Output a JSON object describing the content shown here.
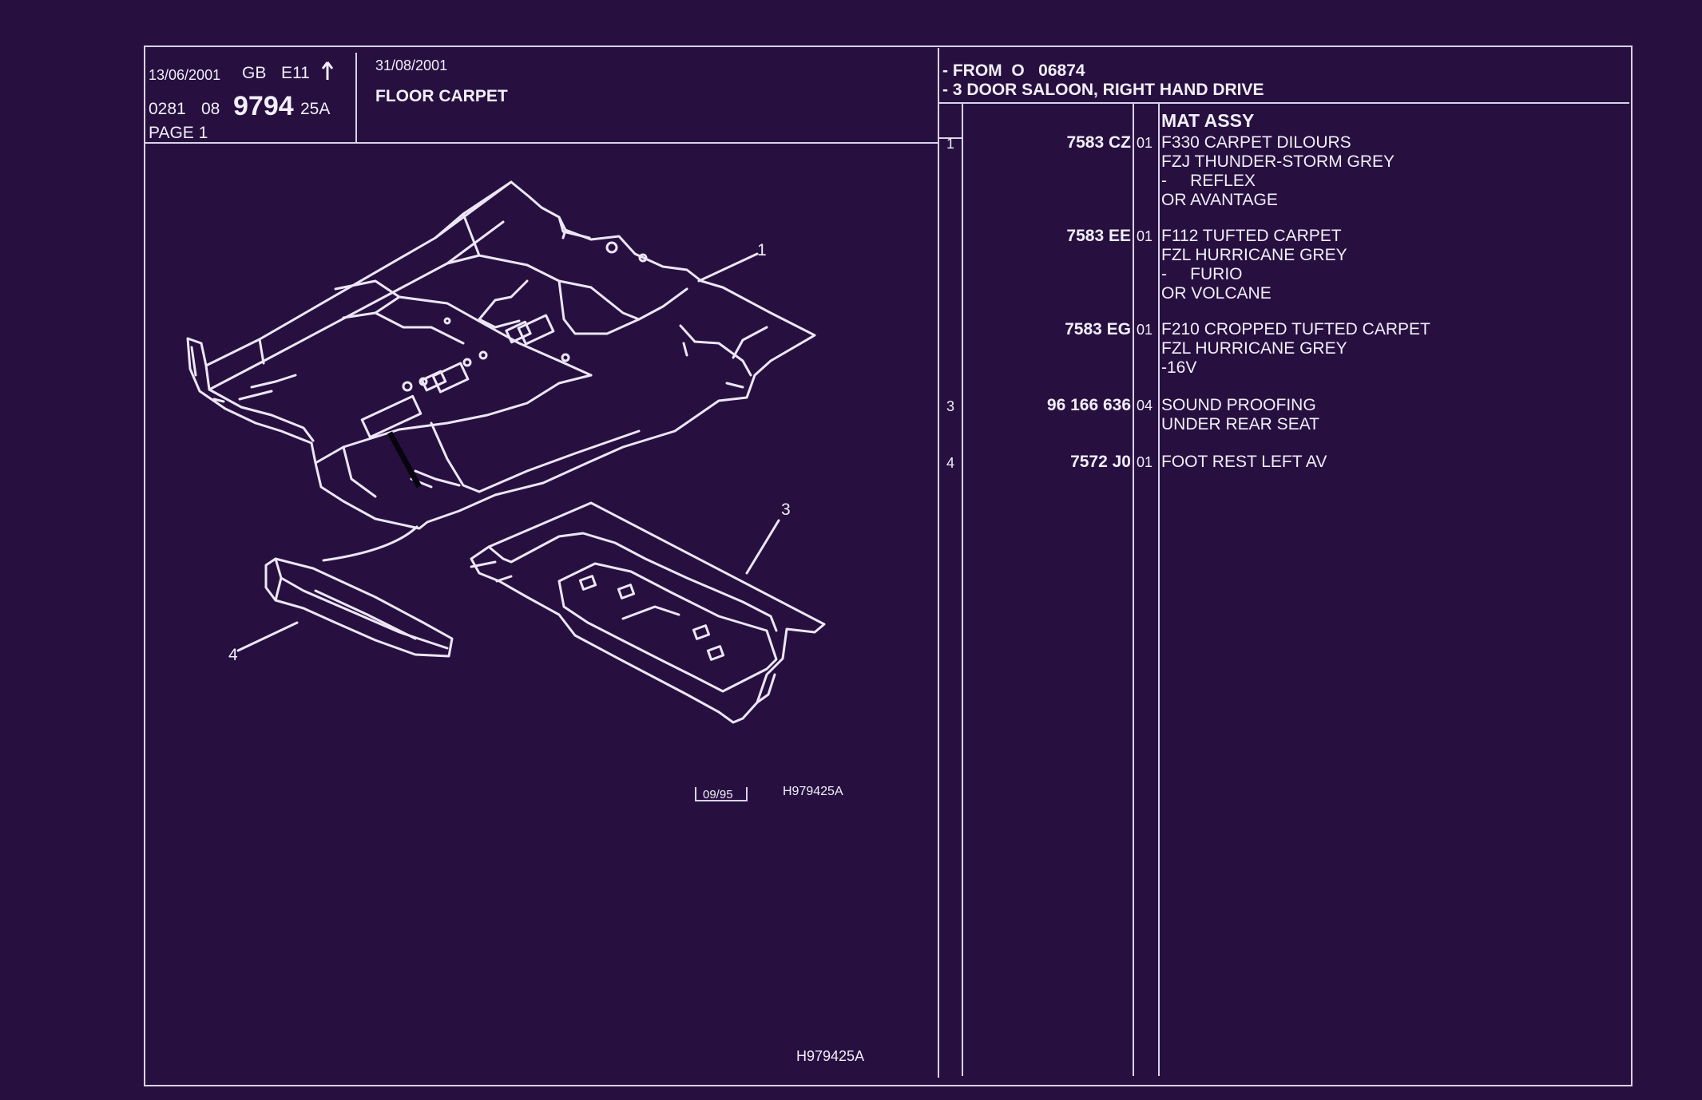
{
  "header": {
    "date": "13/06/2001",
    "market": "GB",
    "code": "E11",
    "ref_prefix": "0281",
    "ref_group": "08",
    "ref_main": "9794",
    "ref_suffix": "25A",
    "page": "PAGE 1",
    "date2": "31/08/2001",
    "title": "FLOOR CARPET"
  },
  "applicability": {
    "line1": "- FROM  O   06874",
    "line2": "- 3 DOOR SALOON, RIGHT HAND DRIVE"
  },
  "group_title": "MAT ASSY",
  "parts": [
    {
      "item": "1",
      "number": "7583 CZ",
      "qty": "01",
      "lines": [
        "F330 CARPET DILOURS",
        "FZJ THUNDER-STORM GREY",
        "-     REFLEX",
        "OR AVANTAGE"
      ],
      "first_bold": false
    },
    {
      "item": "",
      "number": "7583 EE",
      "qty": "01",
      "lines": [
        "F112 TUFTED CARPET",
        "FZL HURRICANE GREY",
        "-     FURIO",
        "OR VOLCANE"
      ],
      "first_bold": false
    },
    {
      "item": "",
      "number": "7583 EG",
      "qty": "01",
      "lines": [
        "F210 CROPPED TUFTED CARPET",
        "FZL HURRICANE GREY",
        "-16V"
      ],
      "first_bold": false
    },
    {
      "item": "3",
      "number": "96 166 636",
      "qty": "04",
      "lines": [
        "SOUND PROOFING",
        "UNDER REAR SEAT"
      ],
      "first_bold": true
    },
    {
      "item": "4",
      "number": "7572 J0",
      "qty": "01",
      "lines": [
        "FOOT REST LEFT AV"
      ],
      "first_bold": true
    }
  ],
  "diagram": {
    "callouts": [
      "1",
      "3",
      "4"
    ],
    "stamp": "09/95",
    "drawing_ref": "H979425A",
    "drawing_ref_bottom": "H979425A"
  },
  "colors": {
    "background": "#27103f",
    "lines": "#d9d2ea",
    "text": "#f2eefa"
  },
  "icons": {
    "up_arrow": "up-arrow-icon"
  }
}
